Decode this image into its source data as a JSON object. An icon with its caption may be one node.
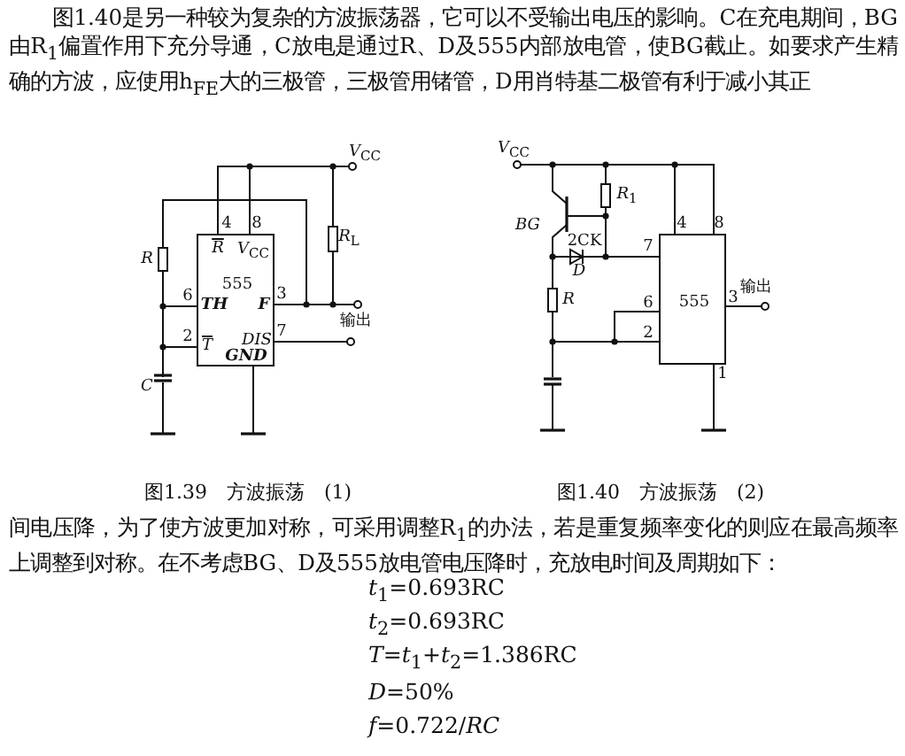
{
  "diagram": {
    "nodes": [
      {
        "text": [
          "555"
        ]
      },
      {
        "text": [
          "555"
        ]
      }
    ],
    "edges": [],
    "labels": [
      "图1.40是另一种较为复杂的方波振荡器，它可以不受输出电压的影响。C在充电期间，BG由R$_{1}$偏置作用下充分导通，C放电是通过R、D及555内部放电管，使BG截止。如要求产生精确的方波，应使用h$_{FE}$大的三极管，三极管用锗管，D用肖特基二极管有利于减小其正",
      "*V*$_{CC}$",
      "4",
      "8",
      "R",
      "*V*$_{CC}$",
      "R",
      "*R*$_{L}$",
      "6",
      "TH",
      "3",
      "F",
      "输出",
      "2",
      "T",
      "7",
      "DIS",
      "GND",
      "C",
      "*V*$_{CC}$",
      "*R*$_{1}$",
      "BG",
      "4",
      "8",
      "2CK",
      "7",
      "D",
      "输出",
      "R",
      "6",
      "3",
      "2",
      "1",
      "图1.39　方波振荡　(1)",
      "图1.40　方波振荡　(2)",
      "间电压降，为了使方波更加对称，可采用调整R$_{1}$的办法，若是重复频率变化的则应在最高频率上调整到对称。在不考虑BG、D及555放电管电压降时，充放电时间及周期如下：",
      "*t*$_{1}$=0.693RC",
      "*t*$_{2}$=0.693RC",
      "*T*=*t*$_{1}$+*t*$_{2}$=1.386RC",
      "*D*=50%",
      "*f*=0.722/*RC*"
    ]
  }
}
